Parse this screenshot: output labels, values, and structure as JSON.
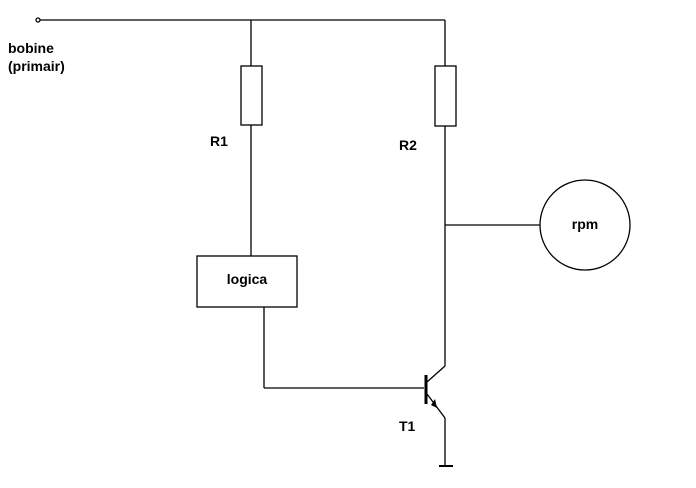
{
  "labels": {
    "coil_line1": "bobine",
    "coil_line2": "(primair)",
    "r1": "R1",
    "r2": "R2",
    "logic": "logica",
    "meter": "rpm",
    "transistor": "T1"
  }
}
